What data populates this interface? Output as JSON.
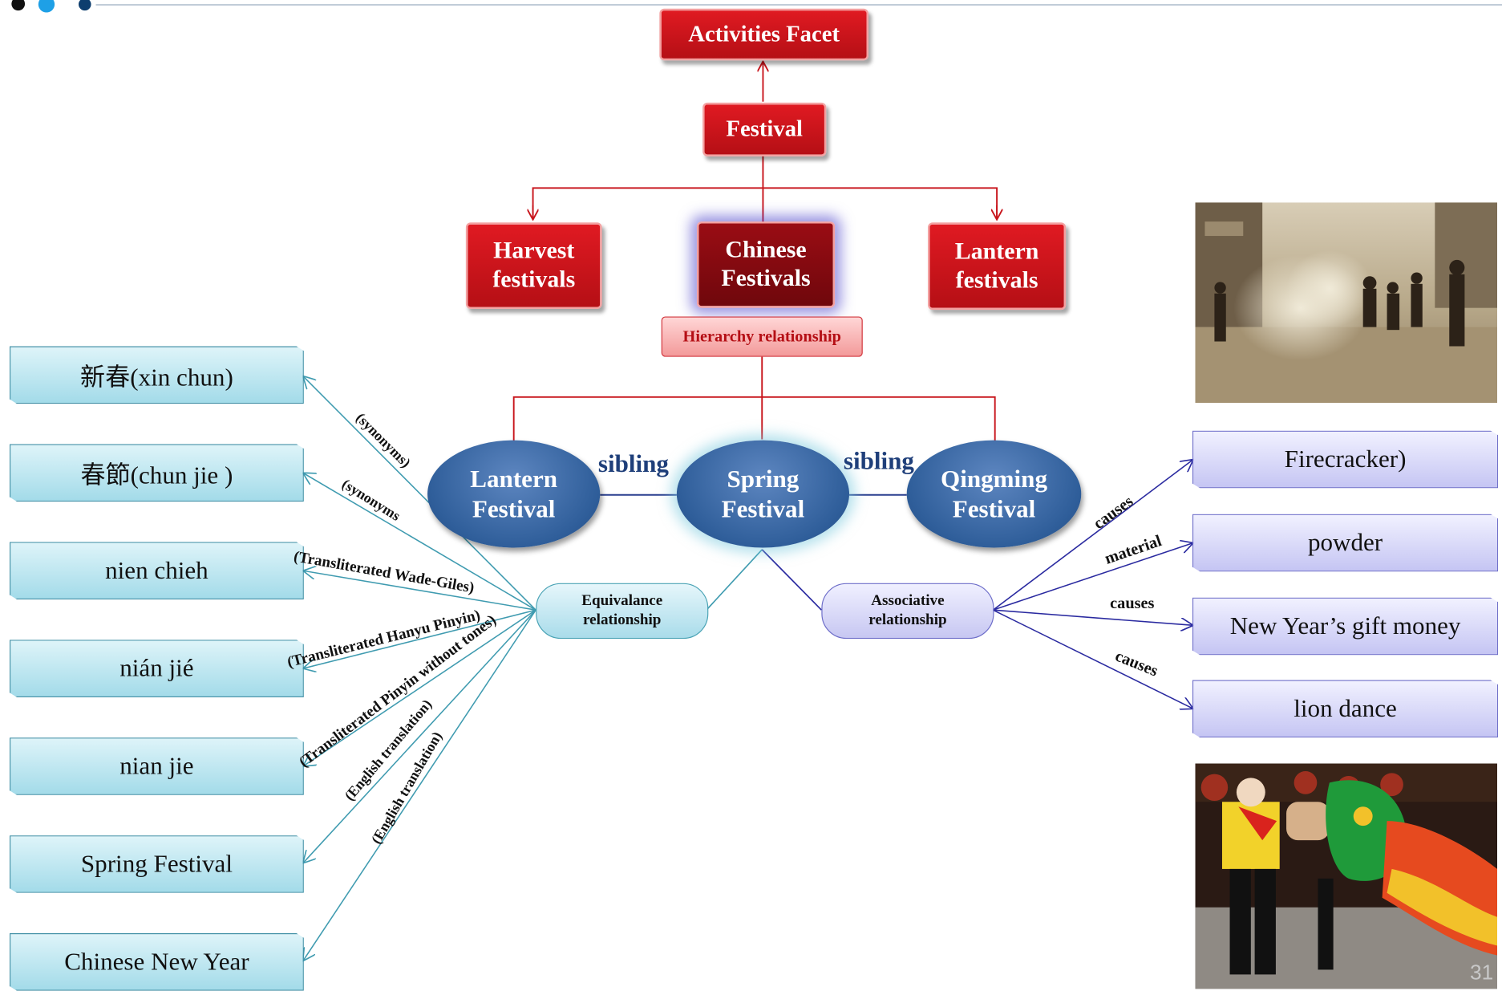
{
  "hierarchy": {
    "top": "Activities Facet",
    "festival": "Festival",
    "children": [
      "Harvest festivals",
      "Chinese Festivals",
      "Lantern festivals"
    ],
    "relationship_label": "Hierarchy relationship"
  },
  "siblings": {
    "nodes": [
      "Lantern Festival",
      "Spring Festival",
      "Qingming Festival"
    ],
    "label": "sibling"
  },
  "equivalence": {
    "label": "Equivalance relationship",
    "terms": [
      "新春(xin chun)",
      "春節(chun jie )",
      "nien chieh",
      "nián jié",
      "nian jie",
      "Spring Festival",
      "Chinese New Year"
    ],
    "edge_labels": [
      "(synonyms)",
      "(synonyms",
      "(Transliterated Wade-Giles)",
      "(Transliterated Hanyu Pinyin)",
      "(Transliterated Pinyin without tones)",
      "(English translation)",
      "(English translation)"
    ]
  },
  "associative": {
    "label": "Associative relationship",
    "terms": [
      "Firecracker)",
      "powder",
      "New Year’s gift money",
      "lion dance"
    ],
    "edge_labels": [
      "causes",
      "material",
      "causes",
      "causes"
    ]
  },
  "colors": {
    "red": "#c8151c",
    "blue": "#2f5e9a",
    "teal": "#3f8fa5",
    "violet": "#6e6ec9"
  },
  "page_number": "31"
}
